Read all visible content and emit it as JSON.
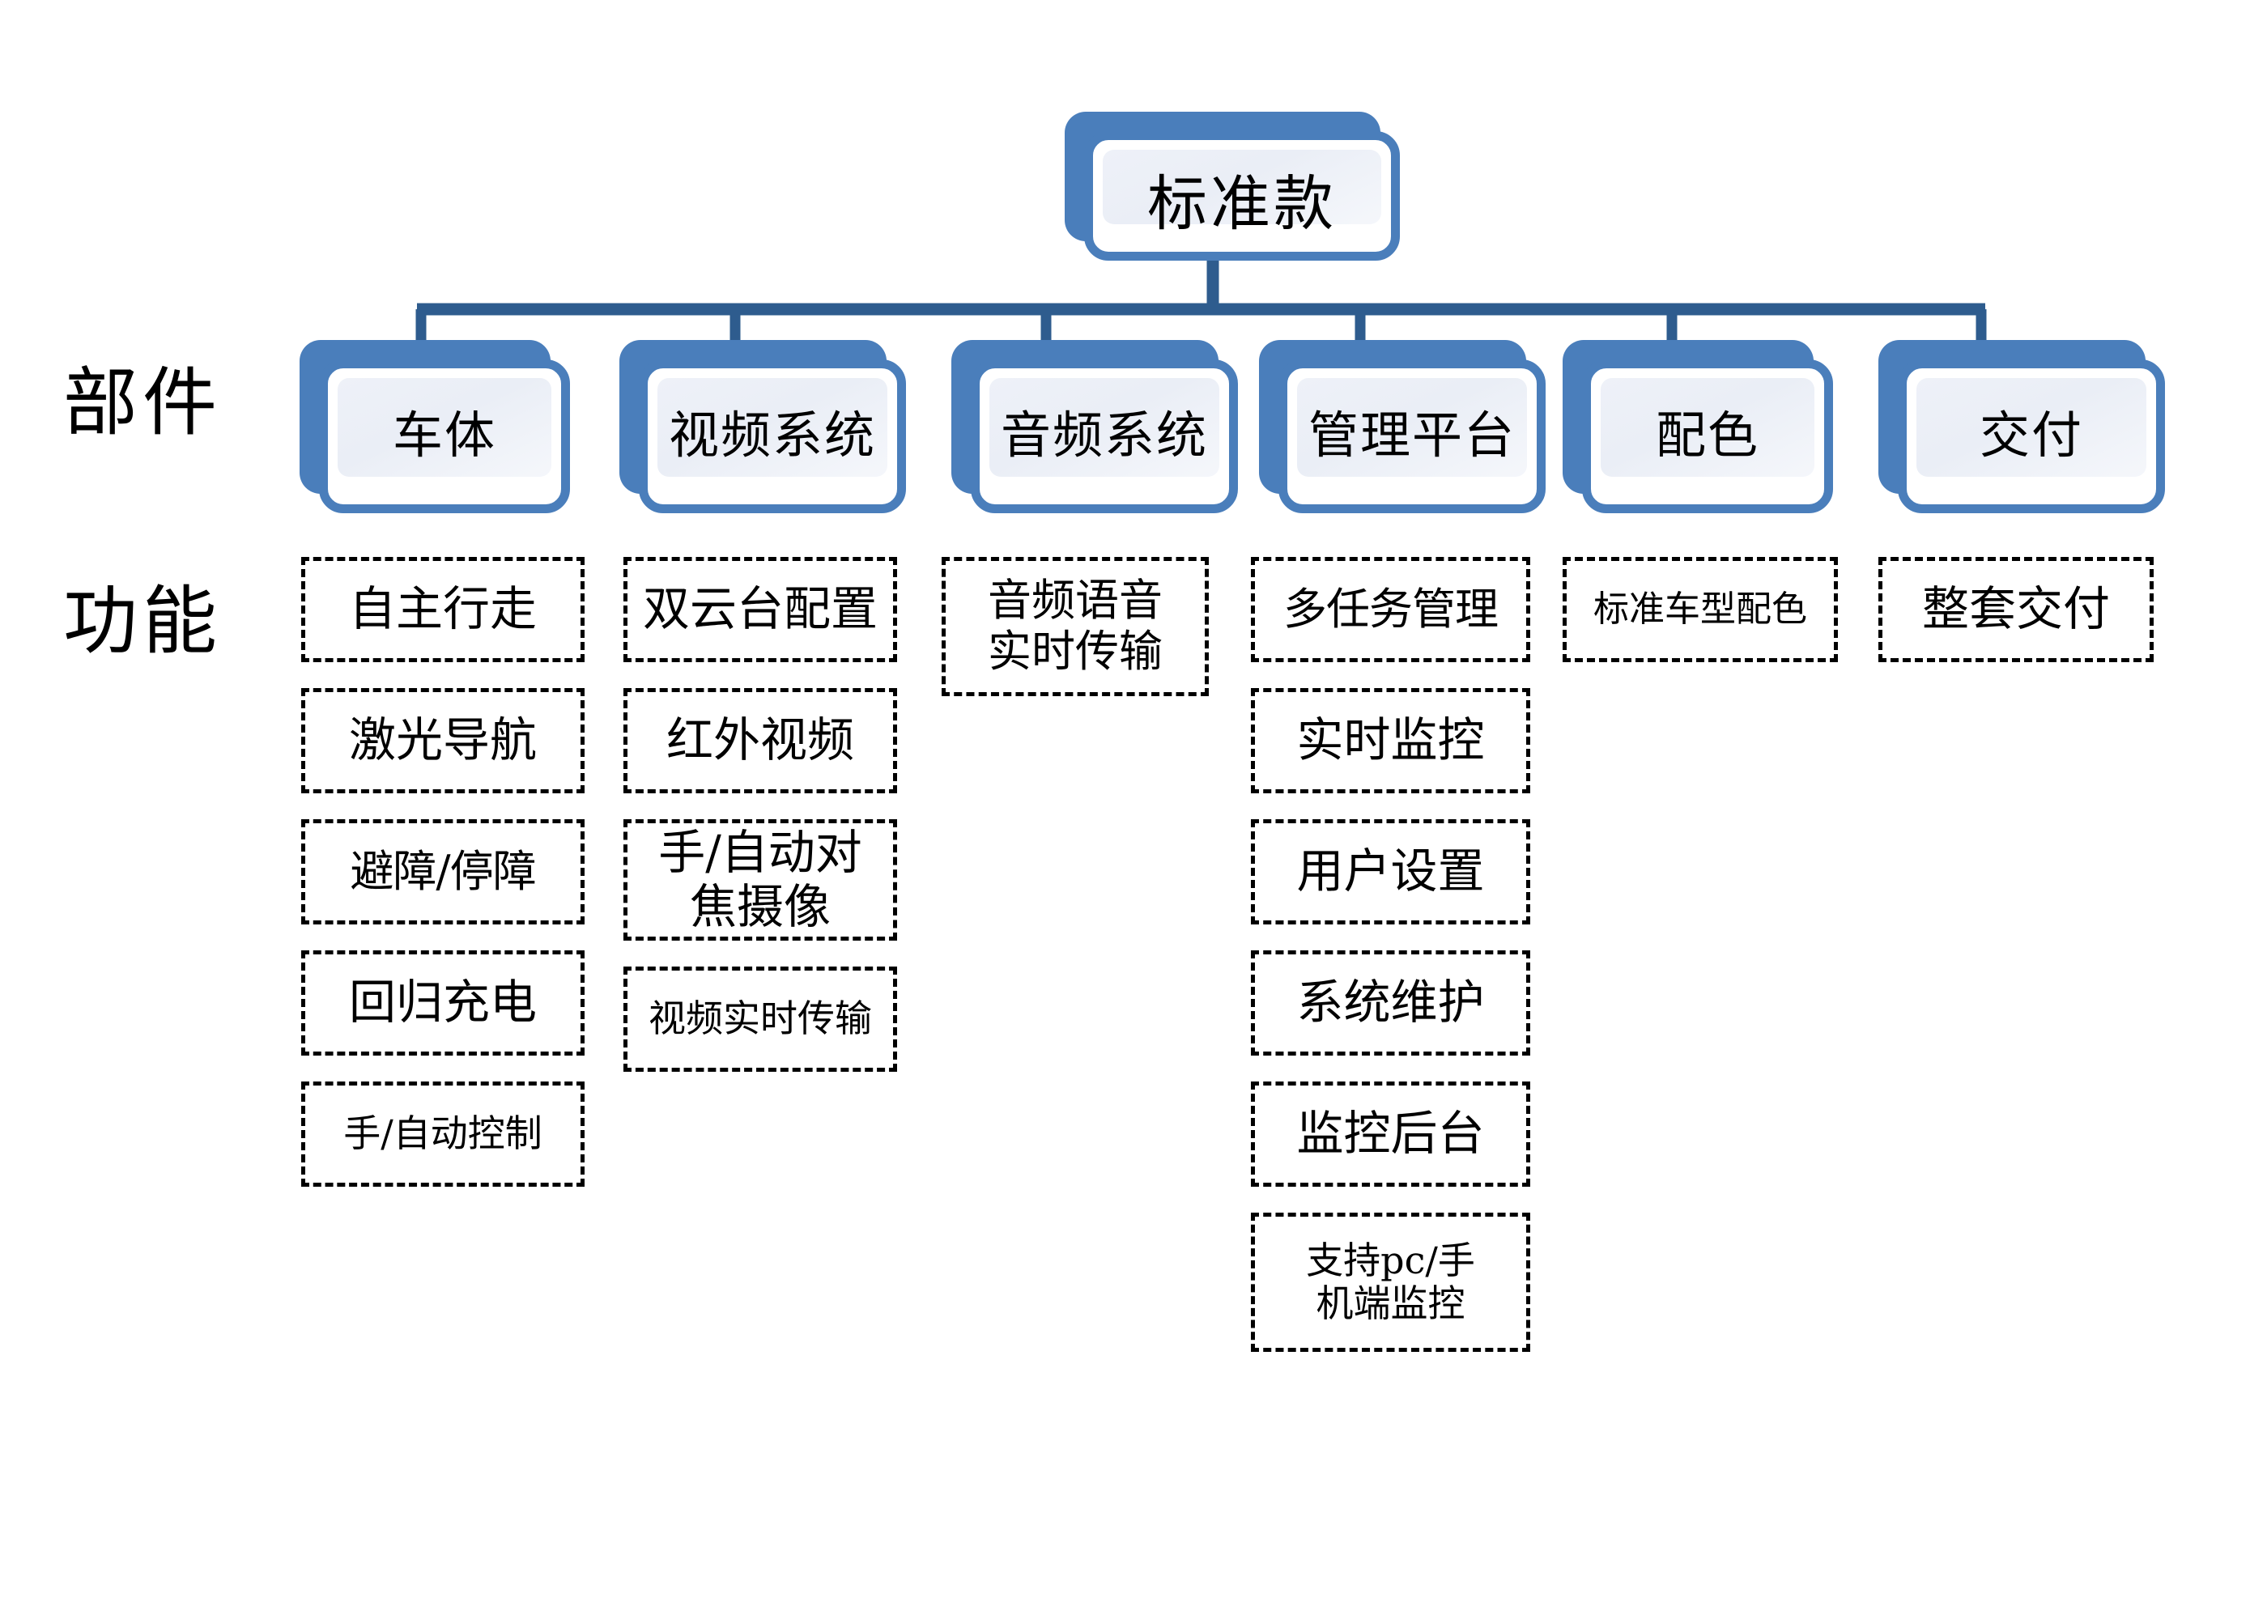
{
  "diagram": {
    "root": {
      "label": "标准款"
    },
    "row_labels": {
      "components": "部件",
      "functions": "功能"
    },
    "components": [
      {
        "label": "车体"
      },
      {
        "label": "视频系统"
      },
      {
        "label": "音频系统"
      },
      {
        "label": "管理平台"
      },
      {
        "label": "配色"
      },
      {
        "label": "交付"
      }
    ],
    "functions": [
      {
        "component": "车体",
        "items": [
          "自主行走",
          "激光导航",
          "避障/停障",
          "回归充电",
          "手/自动控制"
        ]
      },
      {
        "component": "视频系统",
        "items": [
          "双云台配置",
          "红外视频",
          "手/自动对焦摄像",
          "视频实时传输"
        ]
      },
      {
        "component": "音频系统",
        "items": [
          "音频语音实时传输"
        ]
      },
      {
        "component": "管理平台",
        "items": [
          "多任务管理",
          "实时监控",
          "用户设置",
          "系统维护",
          "监控后台",
          "支持pc/手机端监控"
        ]
      },
      {
        "component": "配色",
        "items": [
          "标准车型配色"
        ]
      },
      {
        "component": "交付",
        "items": [
          "整套交付"
        ]
      }
    ],
    "colors": {
      "card_blue": "#4a7ebb",
      "card_inner": "#eef1f8",
      "connector_blue": "#2e5c8e",
      "box_border": "#000000",
      "text": "#000000",
      "background": "#ffffff"
    }
  }
}
